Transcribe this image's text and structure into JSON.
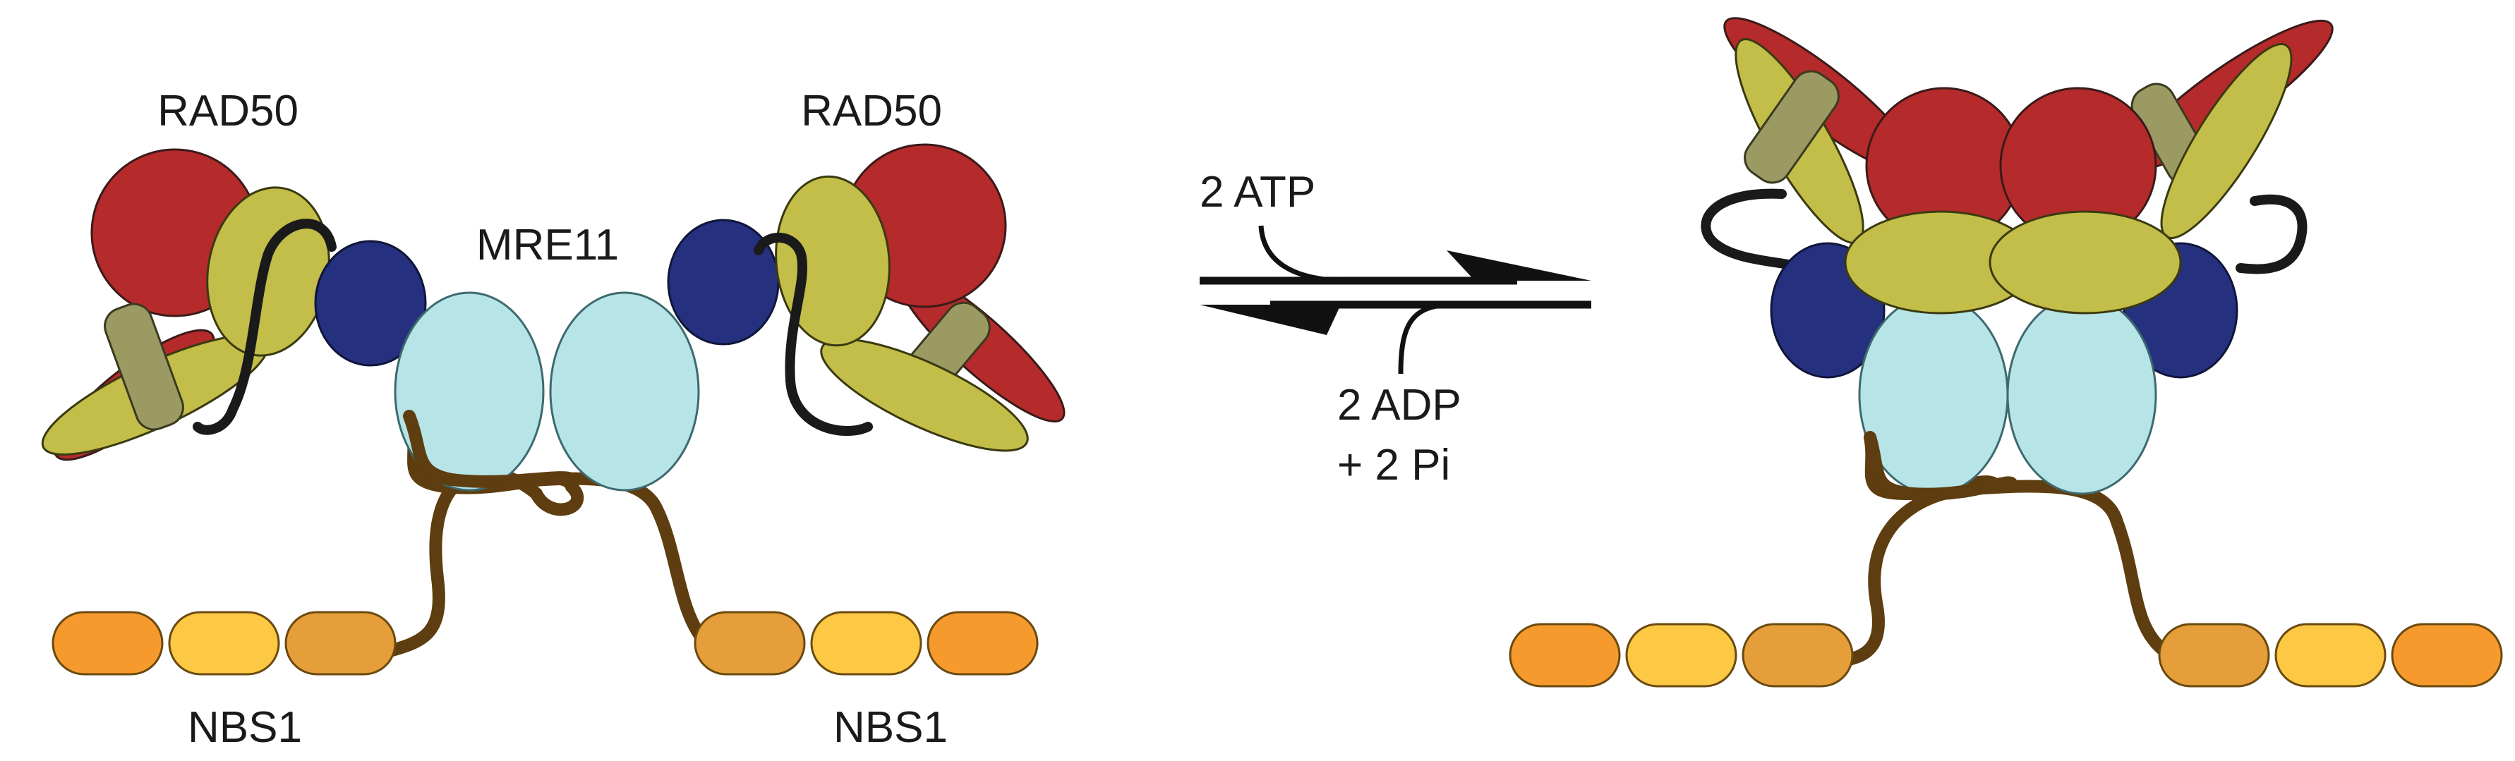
{
  "labels": {
    "rad50_left": "RAD50",
    "rad50_right": "RAD50",
    "mre11": "MRE11",
    "nbs1_left": "NBS1",
    "nbs1_right": "NBS1",
    "atp": "2 ATP",
    "adp": "2 ADP",
    "pi": "+ 2 Pi"
  },
  "colors": {
    "rad50_head": "#b52a2a",
    "rad50_lobe": "#c3bd49",
    "rad50_coil": "#9b9a62",
    "mre11_core": "#b6e4e7",
    "mre11_cap": "#25307f",
    "linker": "#1a1a1a",
    "nbs1_tail": "#5e3d10",
    "nbs1_dark": "#f79a2e",
    "nbs1_light": "#fdc844",
    "nbs1_mid": "#e69e3a"
  }
}
